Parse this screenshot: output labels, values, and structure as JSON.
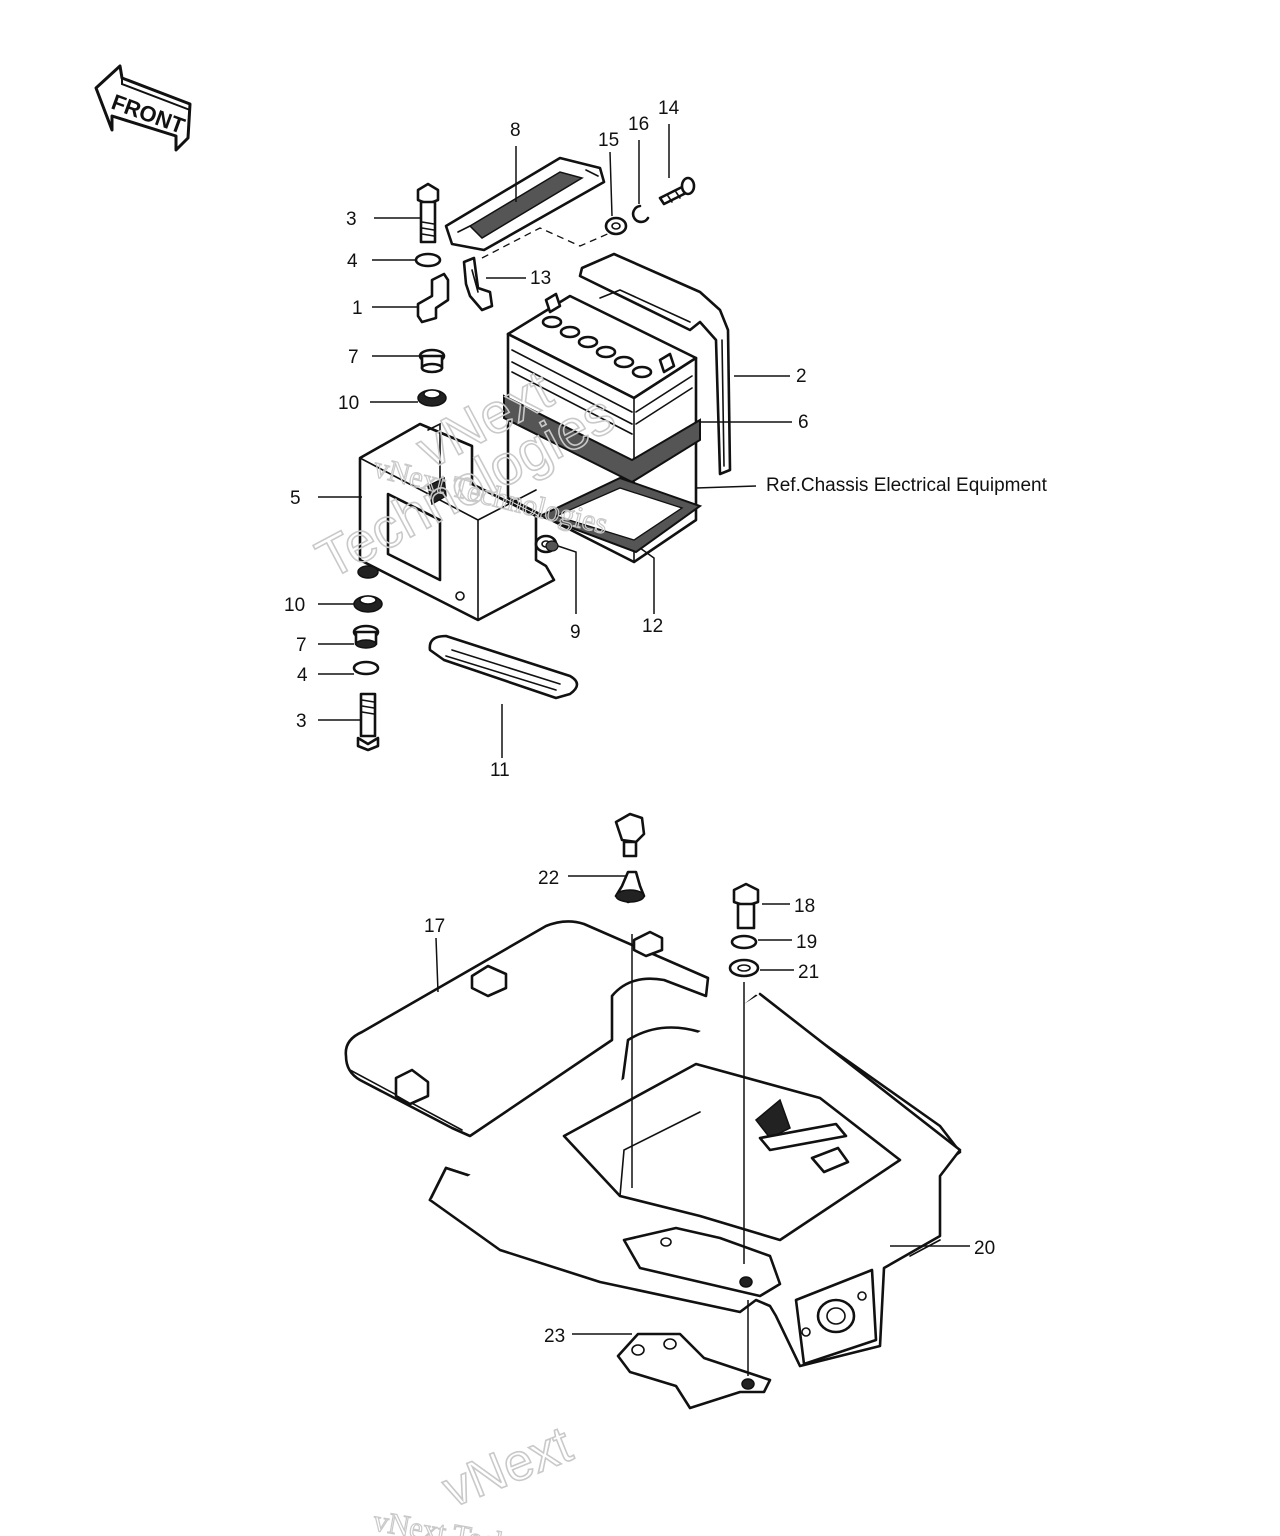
{
  "direction_marker": {
    "text": "FRONT",
    "icon": "front-arrow-icon"
  },
  "reference_note": "Ref.Chassis Electrical Equipment",
  "watermarks": [
    "vNext",
    "Technologies",
    "vNext Technologies",
    "vNext",
    "vNext Technologies"
  ],
  "labels": {
    "c1": "1",
    "c2": "2",
    "c3a": "3",
    "c3b": "3",
    "c4a": "4",
    "c4b": "4",
    "c5": "5",
    "c6": "6",
    "c7a": "7",
    "c7b": "7",
    "c8": "8",
    "c9": "9",
    "c10a": "10",
    "c10b": "10",
    "c11": "11",
    "c12": "12",
    "c13": "13",
    "c14": "14",
    "c15": "15",
    "c16": "16",
    "c17": "17",
    "c18": "18",
    "c19": "19",
    "c20": "20",
    "c21": "21",
    "c22": "22",
    "c23": "23"
  }
}
